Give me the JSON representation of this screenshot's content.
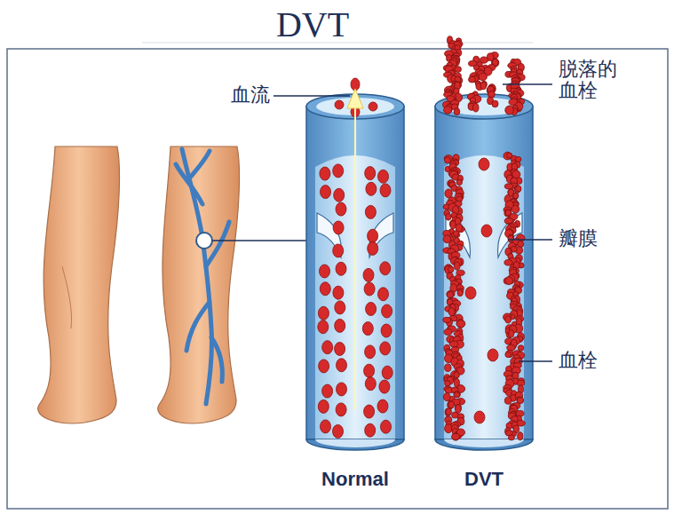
{
  "diagram": {
    "title": "DVT",
    "labels": [
      "血流",
      "脱落的 血栓",
      "瓣膜",
      "血栓",
      "Normal",
      "DVT"
    ]
  }
}
